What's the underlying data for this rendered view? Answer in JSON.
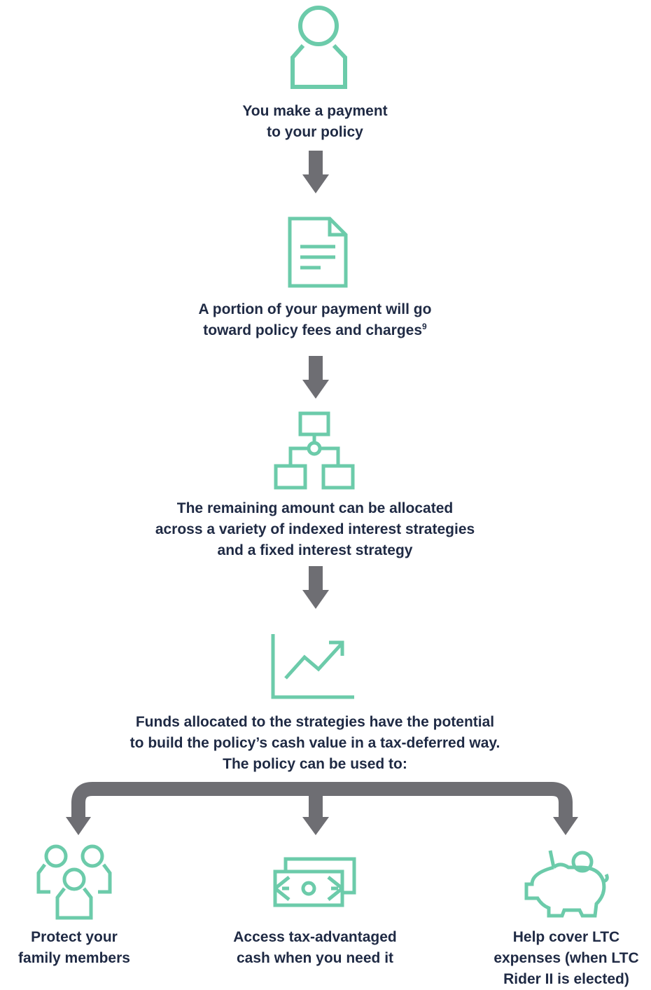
{
  "colors": {
    "accent": "#6ccbaa",
    "arrow": "#6e6e73",
    "text": "#1f2a44"
  },
  "steps": [
    {
      "icon": "person-icon",
      "lines": [
        "You make a payment",
        "to your policy"
      ]
    },
    {
      "icon": "document-icon",
      "lines": [
        "A portion of your payment will go",
        "toward policy fees and charges"
      ],
      "footnote": "9"
    },
    {
      "icon": "flowchart-icon",
      "lines": [
        "The remaining amount can be allocated",
        "across a variety of indexed interest strategies",
        "and a fixed interest strategy"
      ]
    },
    {
      "icon": "growth-chart-icon",
      "lines": [
        "Funds allocated to the strategies have the potential",
        "to build the policy’s cash value in a tax-deferred way.",
        "The policy can be used to:"
      ]
    }
  ],
  "outcomes": [
    {
      "icon": "family-icon",
      "lines": [
        "Protect your",
        "family members"
      ]
    },
    {
      "icon": "cash-icon",
      "lines": [
        "Access tax-advantaged",
        "cash when you need it"
      ]
    },
    {
      "icon": "piggy-bank-icon",
      "lines": [
        "Help cover LTC",
        "expenses (when LTC",
        "Rider II is elected)"
      ]
    }
  ]
}
